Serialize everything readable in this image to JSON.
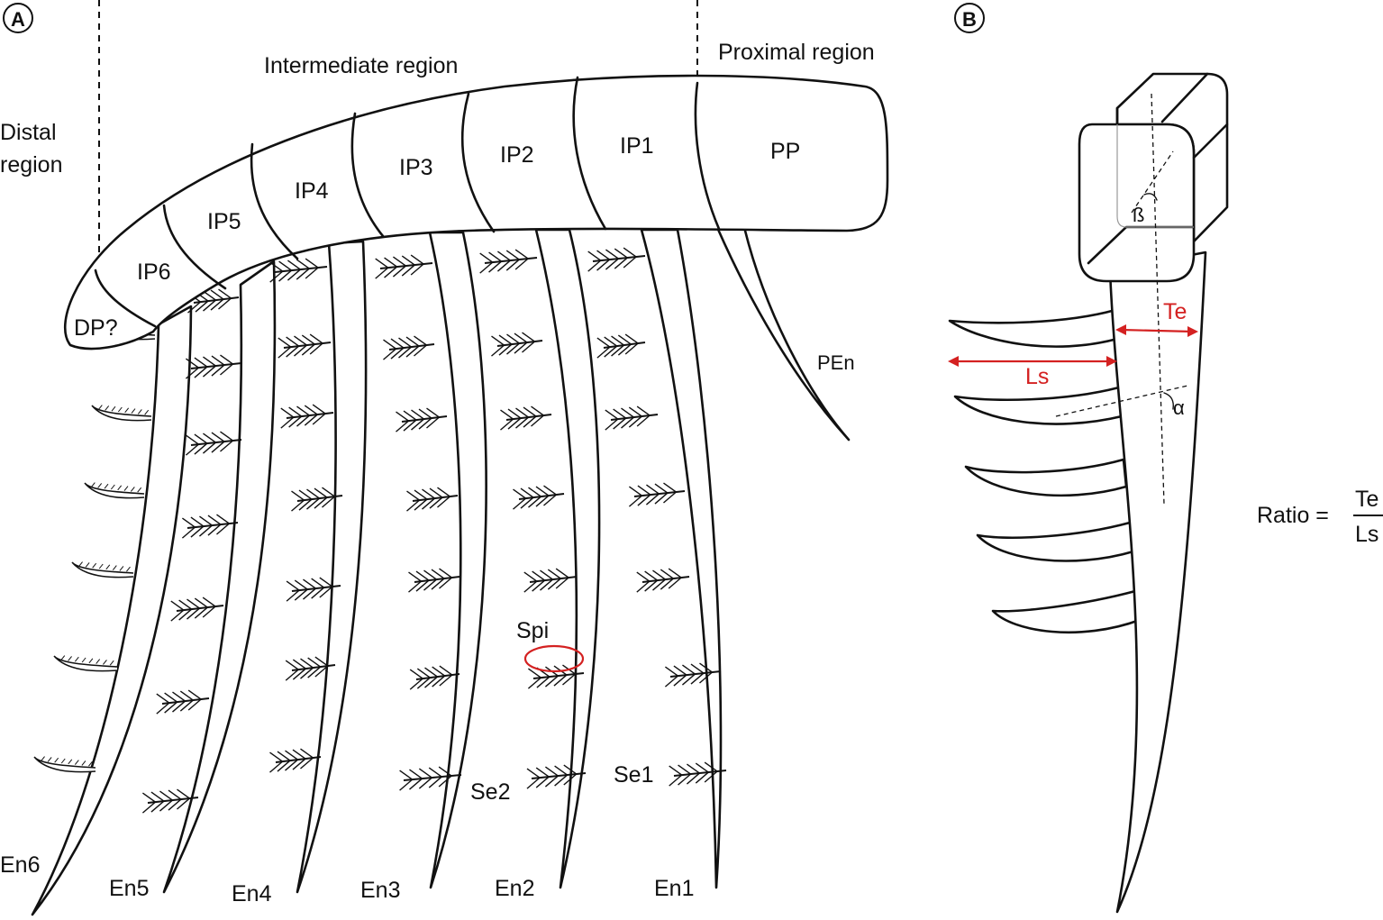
{
  "panel_a": {
    "badge": "A",
    "regions": {
      "distal": [
        "Distal",
        "region"
      ],
      "intermediate": "Intermediate region",
      "proximal": "Proximal region"
    },
    "podomeres": [
      "PP",
      "IP1",
      "IP2",
      "IP3",
      "IP4",
      "IP5",
      "IP6",
      "DP?"
    ],
    "endites": [
      "En1",
      "En2",
      "En3",
      "En4",
      "En5",
      "En6"
    ],
    "proximal_endite": "PEn",
    "setae": [
      "Se1",
      "Se2"
    ],
    "spine_label": "Spi"
  },
  "panel_b": {
    "badge": "B",
    "te_label": "Te",
    "ls_label": "Ls",
    "alpha": "α",
    "beta": "ß",
    "ratio_label": "Ratio =",
    "ratio_numerator": "Te",
    "ratio_denominator": "Ls"
  },
  "colors": {
    "outline": "#111111",
    "measure_red": "#d42121"
  }
}
